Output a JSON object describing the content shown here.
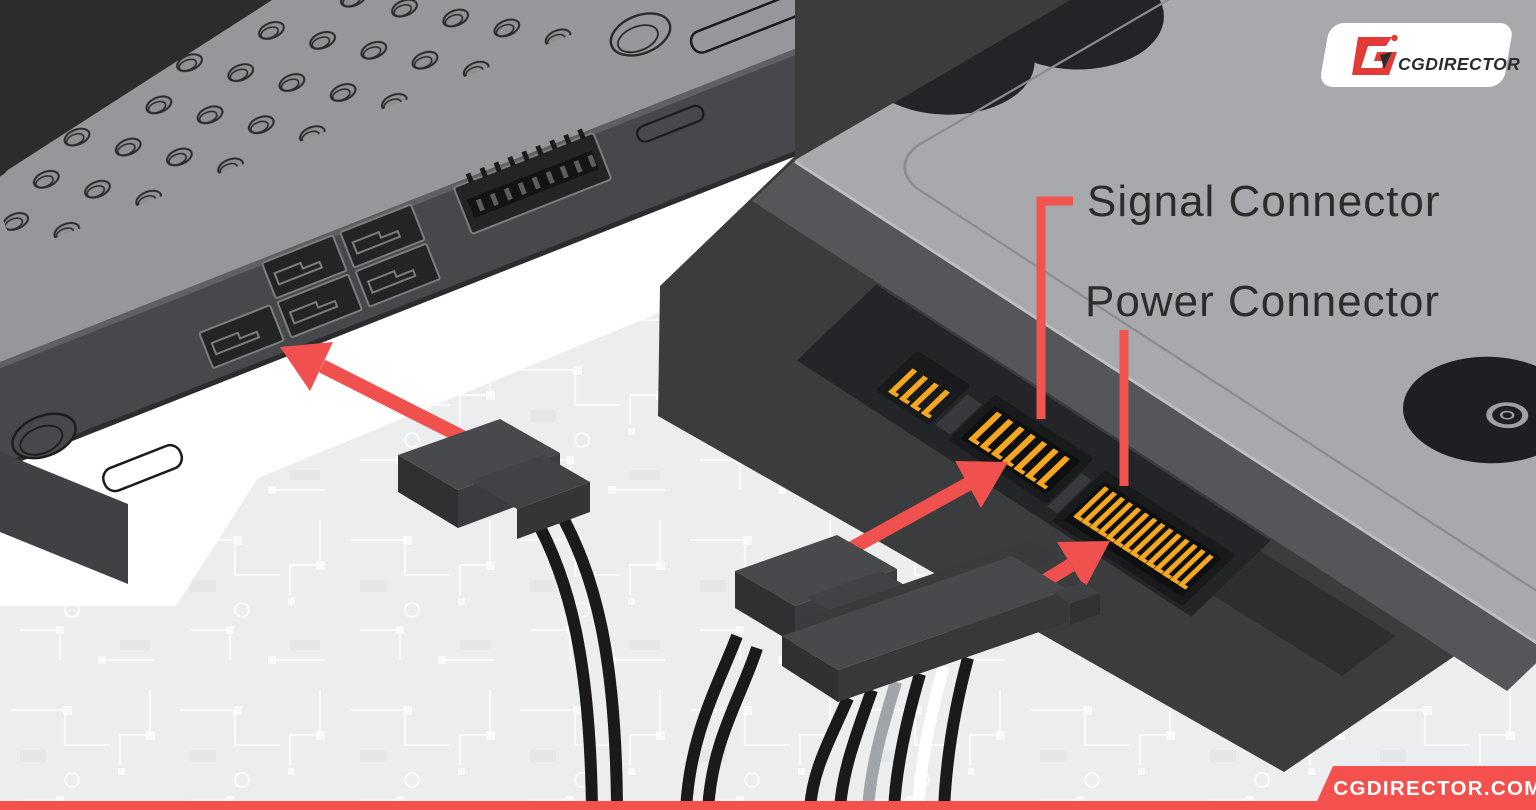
{
  "annotation": {
    "signal_label": "Signal Connector",
    "power_label": "Power Connector"
  },
  "branding": {
    "logo_text": "CGDIRECTOR",
    "footer_text": "CGDIRECTOR.COM"
  },
  "colors": {
    "accent_red": "#F0514E",
    "banner_red": "#F4504D",
    "logo_red": "#E23B37",
    "background": "#ECEDEE",
    "motherboard_gray": "#95979A",
    "drive_top_gray": "#A7A9AC",
    "drive_body_gray": "#3B3C3E",
    "connector_black": "#191A1C",
    "pin_gold": "#F4A71F",
    "cable_black": "#1A1A1C",
    "cable_gray": "#A1A5AA",
    "cable_white": "#FFFFFF",
    "label_text": "#2B2C2E"
  }
}
